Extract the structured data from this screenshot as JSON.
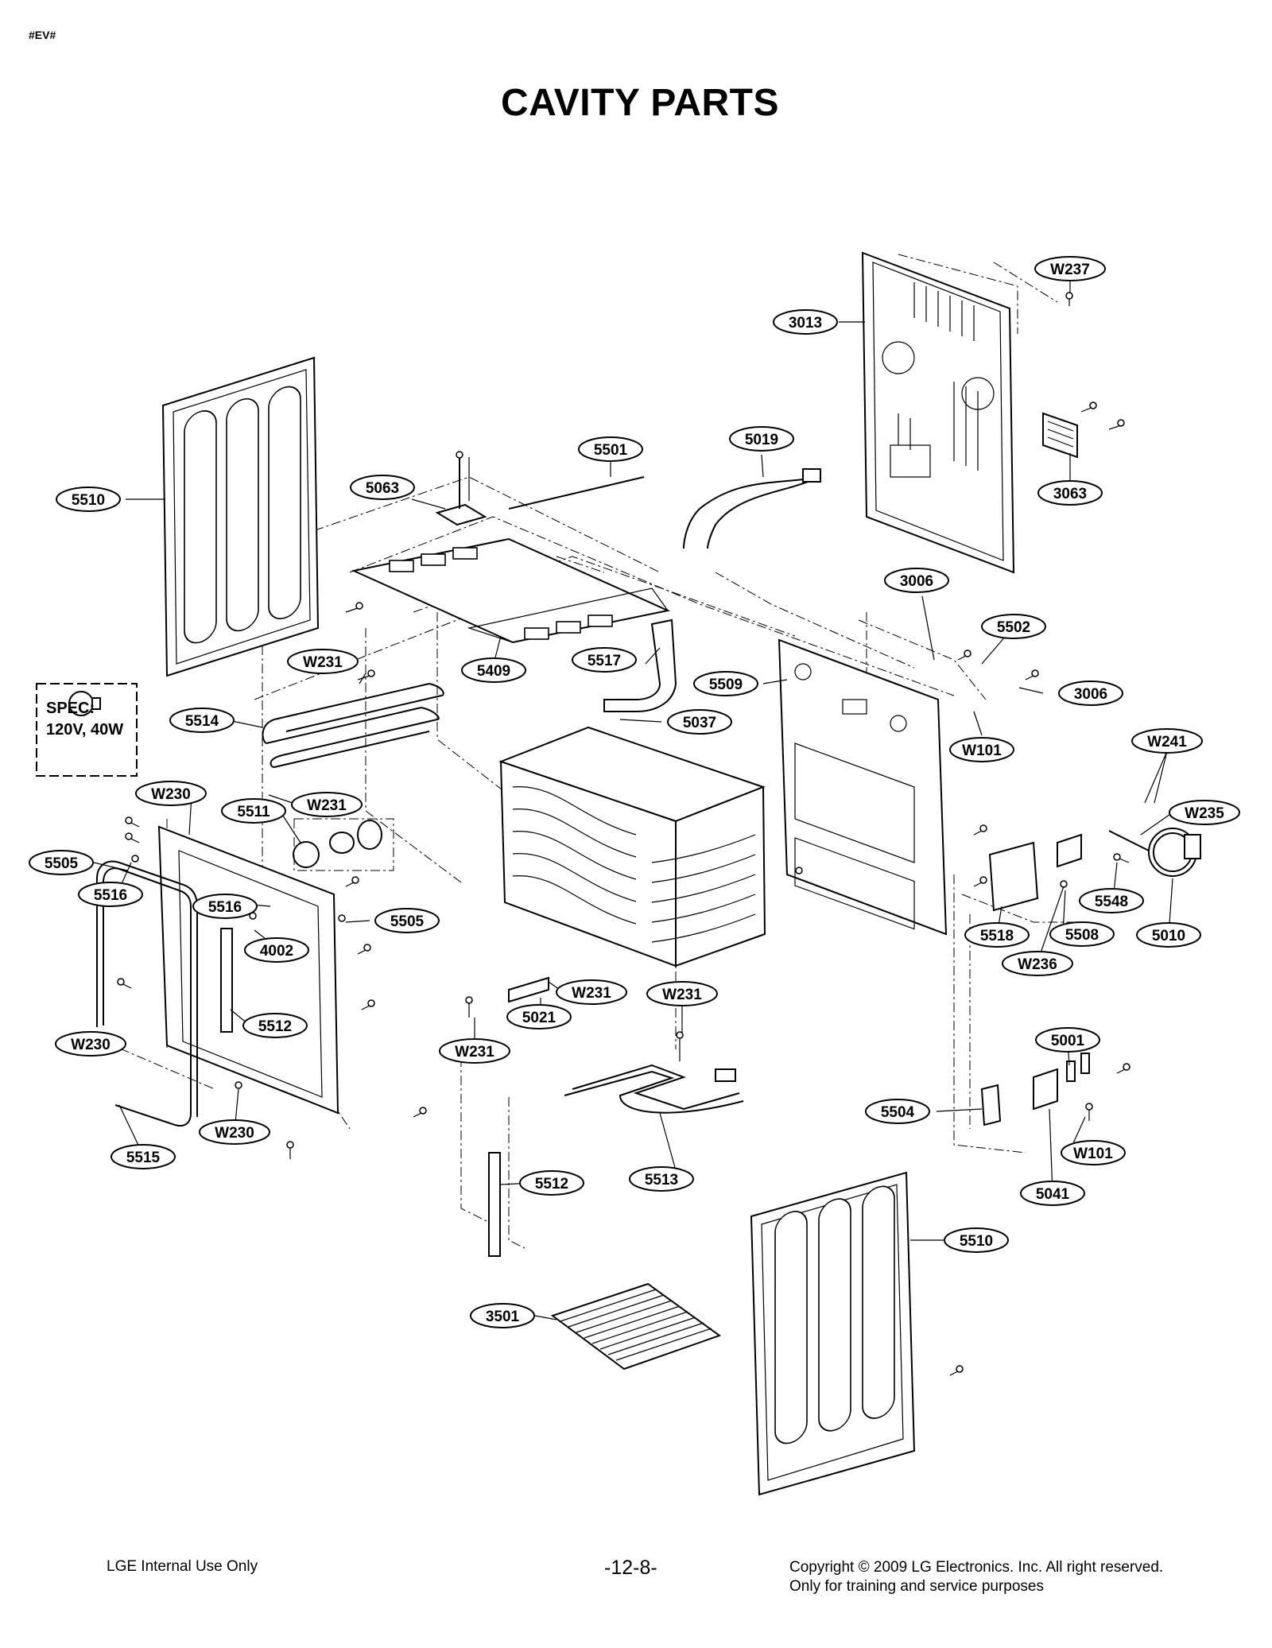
{
  "header": {
    "tag": "#EV#",
    "title": "CAVITY PARTS"
  },
  "spec_box": {
    "line1": "SPEC:",
    "line2": "120V, 40W"
  },
  "callouts": [
    {
      "id": "c-w237",
      "label": "W237"
    },
    {
      "id": "c-3013",
      "label": "3013"
    },
    {
      "id": "c-3063",
      "label": "3063"
    },
    {
      "id": "c-5019",
      "label": "5019"
    },
    {
      "id": "c-5501",
      "label": "5501"
    },
    {
      "id": "c-5063",
      "label": "5063"
    },
    {
      "id": "c-5510a",
      "label": "5510"
    },
    {
      "id": "c-3006a",
      "label": "3006"
    },
    {
      "id": "c-5502",
      "label": "5502"
    },
    {
      "id": "c-3006b",
      "label": "3006"
    },
    {
      "id": "c-w231a",
      "label": "W231"
    },
    {
      "id": "c-5409",
      "label": "5409"
    },
    {
      "id": "c-5517",
      "label": "5517"
    },
    {
      "id": "c-5509",
      "label": "5509"
    },
    {
      "id": "c-5514",
      "label": "5514"
    },
    {
      "id": "c-5037",
      "label": "5037"
    },
    {
      "id": "c-w101a",
      "label": "W101"
    },
    {
      "id": "c-w241",
      "label": "W241"
    },
    {
      "id": "c-w230a",
      "label": "W230"
    },
    {
      "id": "c-w231b",
      "label": "W231"
    },
    {
      "id": "c-5511",
      "label": "5511"
    },
    {
      "id": "c-w235",
      "label": "W235"
    },
    {
      "id": "c-5505a",
      "label": "5505"
    },
    {
      "id": "c-5516a",
      "label": "5516"
    },
    {
      "id": "c-5516b",
      "label": "5516"
    },
    {
      "id": "c-5505b",
      "label": "5505"
    },
    {
      "id": "c-4002",
      "label": "4002"
    },
    {
      "id": "c-5548",
      "label": "5548"
    },
    {
      "id": "c-5518",
      "label": "5518"
    },
    {
      "id": "c-5508",
      "label": "5508"
    },
    {
      "id": "c-5010",
      "label": "5010"
    },
    {
      "id": "c-w236",
      "label": "W236"
    },
    {
      "id": "c-w231c",
      "label": "W231"
    },
    {
      "id": "c-w231d",
      "label": "W231"
    },
    {
      "id": "c-5021",
      "label": "5021"
    },
    {
      "id": "c-5512a",
      "label": "5512"
    },
    {
      "id": "c-w230b",
      "label": "W230"
    },
    {
      "id": "c-w231e",
      "label": "W231"
    },
    {
      "id": "c-5001",
      "label": "5001"
    },
    {
      "id": "c-5504",
      "label": "5504"
    },
    {
      "id": "c-w230c",
      "label": "W230"
    },
    {
      "id": "c-5515",
      "label": "5515"
    },
    {
      "id": "c-w101b",
      "label": "W101"
    },
    {
      "id": "c-5512b",
      "label": "5512"
    },
    {
      "id": "c-5513",
      "label": "5513"
    },
    {
      "id": "c-5041",
      "label": "5041"
    },
    {
      "id": "c-5510b",
      "label": "5510"
    },
    {
      "id": "c-3501",
      "label": "3501"
    }
  ],
  "footer": {
    "left": "LGE Internal Use Only",
    "page": "-12-8-",
    "copyright": "Copyright © 2009 LG Electronics. Inc. All right reserved.",
    "training": "Only for training and service purposes"
  }
}
